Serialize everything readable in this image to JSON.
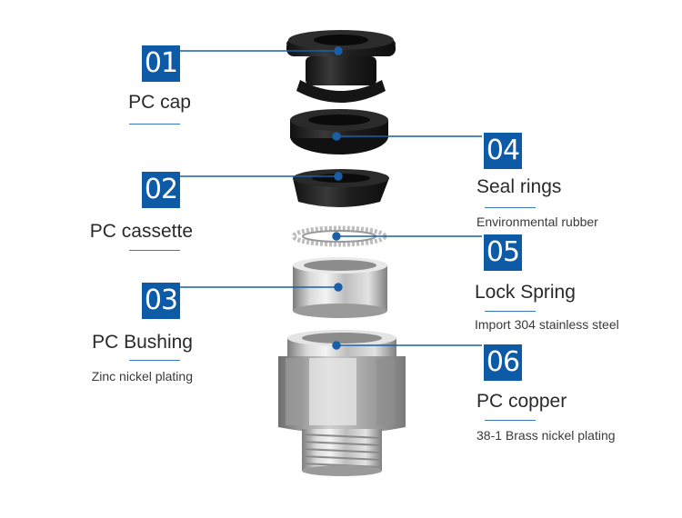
{
  "colors": {
    "badge": "#0d5aa7",
    "leader": "#1a5ea8",
    "underline": "#3a78c0",
    "rubber_dark": "#1b1b1b",
    "rubber_mid": "#2c2c2c",
    "metal_light": "#e6e6e6",
    "metal_dark": "#8a8a8a"
  },
  "parts": [
    {
      "number": "01",
      "title": "PC cap",
      "subtitle": ""
    },
    {
      "number": "02",
      "title": "PC cassette",
      "subtitle": ""
    },
    {
      "number": "03",
      "title": "PC Bushing",
      "subtitle": "Zinc nickel plating"
    },
    {
      "number": "04",
      "title": "Seal rings",
      "subtitle": "Environmental rubber"
    },
    {
      "number": "05",
      "title": "Lock Spring",
      "subtitle": "Import 304 stainless steel"
    },
    {
      "number": "06",
      "title": "PC copper",
      "subtitle": "38-1 Brass nickel plating"
    }
  ]
}
